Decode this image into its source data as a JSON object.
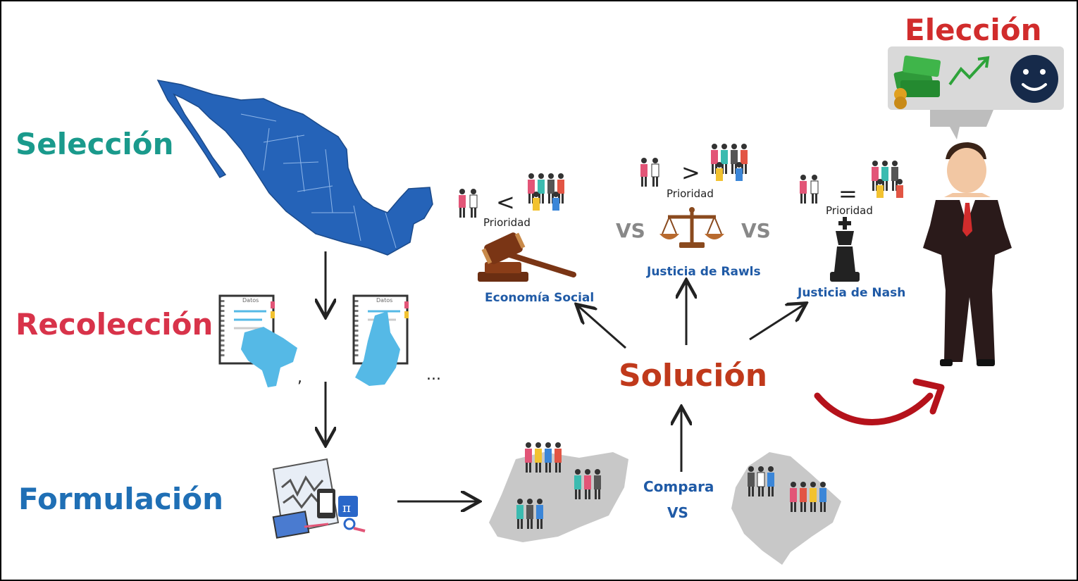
{
  "stages": {
    "seleccion": "Selección",
    "recoleccion": "Recolección",
    "formulacion": "Formulación",
    "solucion": "Solución",
    "eleccion": "Elección"
  },
  "recoleccion": {
    "comma": ",",
    "ellipsis": "..."
  },
  "data_sheet": {
    "header": "Datos"
  },
  "compare": {
    "label": "Compara",
    "vs": "VS"
  },
  "criteria": {
    "economia_social": {
      "name": "Economía Social",
      "symbol": "<",
      "priority": "Prioridad"
    },
    "rawls": {
      "name": "Justicia de Rawls",
      "symbol": ">",
      "priority": "Prioridad"
    },
    "nash": {
      "name": "Justicia de Nash",
      "symbol": "=",
      "priority": "Prioridad"
    },
    "vs": "VS"
  },
  "colors": {
    "seleccion": "#1a9a8c",
    "recoleccion": "#d8334a",
    "formulacion": "#1f6fb5",
    "solucion": "#c0391b",
    "eleccion": "#d12c2c",
    "criteria_label": "#1f5aa6",
    "map": "#2563b8",
    "state_light": "#55b9e6",
    "region_gray": "#c8c8c8",
    "curved_arrow": "#b5121b"
  },
  "icons": [
    "mexico-map-icon",
    "data-notebook-icon",
    "math-tools-icon",
    "people-group-icon",
    "gavel-icon",
    "scales-icon",
    "chess-king-icon",
    "businessman-icon",
    "money-icon",
    "smiley-icon",
    "trend-arrow-icon"
  ]
}
